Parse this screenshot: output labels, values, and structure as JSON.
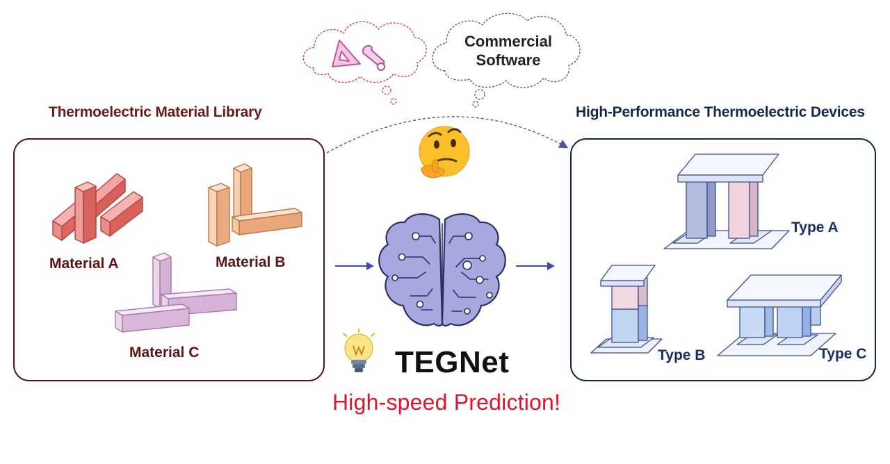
{
  "left_panel": {
    "title": "Thermoelectric Material Library",
    "materials": [
      {
        "label": "Material A",
        "color": "#e07b78"
      },
      {
        "label": "Material B",
        "color": "#f4c9a8"
      },
      {
        "label": "Material C",
        "color": "#e8cce8"
      }
    ]
  },
  "right_panel": {
    "title": "High-Performance Thermoelectric Devices",
    "devices": [
      {
        "label": "Type A"
      },
      {
        "label": "Type B"
      },
      {
        "label": "Type C"
      }
    ]
  },
  "center": {
    "model_name": "TEGNet",
    "tagline": "High-speed Prediction!",
    "brain_color": "#a7a8dd"
  },
  "thought_cloud": {
    "text_line1": "Commercial",
    "text_line2": "Software",
    "icons": [
      "set-square-icon",
      "wrench-icon"
    ]
  },
  "colors": {
    "left_accent": "#6b1a1a",
    "right_accent": "#14264a",
    "arrow": "#4a55b8",
    "tagline": "#e8112a"
  }
}
